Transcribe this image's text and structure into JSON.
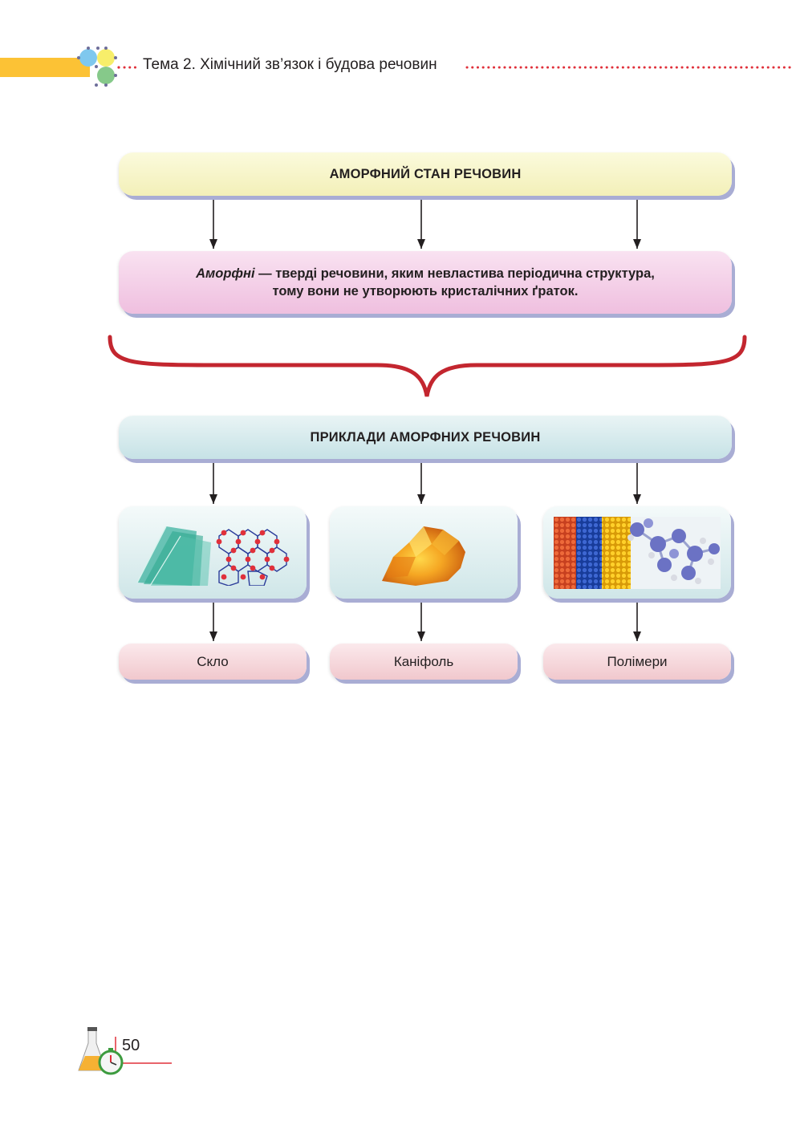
{
  "header": {
    "title": "Тема 2. Хімічний зв’язок і будова речовин",
    "accent_color": "#fcc235",
    "dot_color": "#e0303a"
  },
  "diagram": {
    "top_title": "АМОРФНИЙ СТАН РЕЧОВИН",
    "definition": {
      "term": "Аморфні",
      "rest_line1": " — тверді речовини, яким невластива періодична структура,",
      "line2": "тому вони не утворюють кристалічних ґраток."
    },
    "examples_title": "ПРИКЛАДИ АМОРФНИХ РЕЧОВИН",
    "examples": [
      {
        "label": "Скло",
        "image_icon": "glass-sheets-and-network-icon"
      },
      {
        "label": "Каніфоль",
        "image_icon": "rosin-lump-icon"
      },
      {
        "label": "Полімери",
        "image_icon": "polymer-granules-and-molecule-icon"
      }
    ],
    "brace_color": "#c3262f",
    "arrow_color": "#231f20"
  },
  "footer": {
    "page_number": "50"
  }
}
